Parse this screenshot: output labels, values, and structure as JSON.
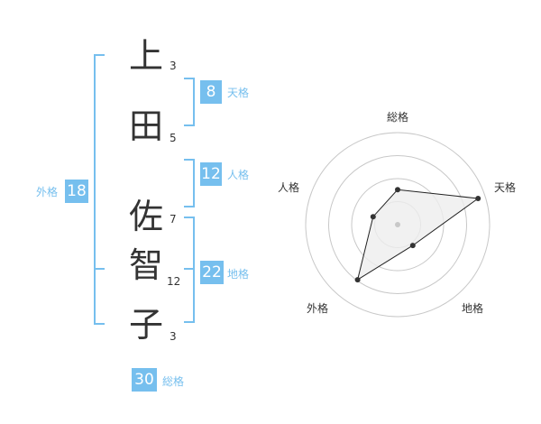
{
  "name": {
    "characters": [
      {
        "char": "上",
        "strokes": "3"
      },
      {
        "char": "田",
        "strokes": "5"
      },
      {
        "char": "佐",
        "strokes": "7"
      },
      {
        "char": "智",
        "strokes": "12"
      },
      {
        "char": "子",
        "strokes": "3"
      }
    ]
  },
  "scores": {
    "tenkaku": {
      "value": "8",
      "label": "天格"
    },
    "jinkaku": {
      "value": "12",
      "label": "人格"
    },
    "chikaku": {
      "value": "22",
      "label": "地格"
    },
    "gaikaku": {
      "value": "18",
      "label": "外格"
    },
    "soukaku": {
      "value": "30",
      "label": "総格"
    }
  },
  "radar": {
    "axes": [
      "総格",
      "天格",
      "地格",
      "外格",
      "人格"
    ],
    "levels": 4,
    "values": [
      0.38,
      0.92,
      0.28,
      0.74,
      0.28
    ],
    "colors": {
      "ring": "#c8c8c8",
      "fill": "#eeeeee",
      "stroke": "#222222",
      "point": "#333333",
      "center": "#c8c8c8"
    }
  },
  "colors": {
    "accent": "#76bfee",
    "text": "#333333"
  }
}
